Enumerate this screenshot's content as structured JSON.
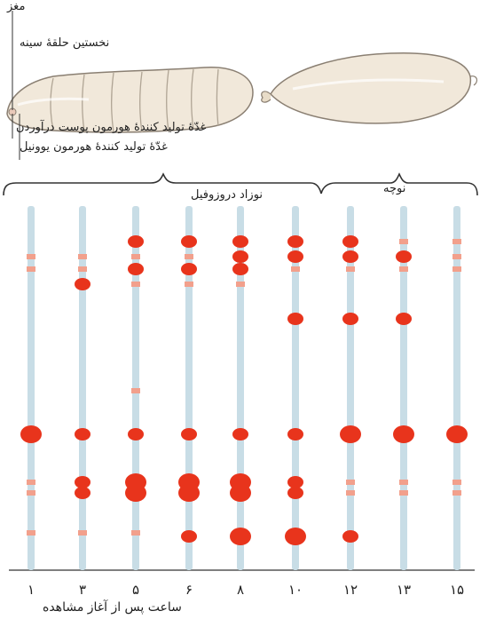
{
  "labels": {
    "brain": "مغز",
    "first_thoracic_ring": "نخستین حلقهٔ سینه",
    "molting_gland": "غدّهٔ تولید کنندهٔ هورمون پوست درآوردن",
    "juvenile_gland": "غدّهٔ تولید کنندهٔ هورمون یوونیل",
    "larva_stage": "نوزاد دروزوفیل",
    "pupa_stage": "نوچه",
    "x_axis_label": "ساعت پس از آغاز مشاهده"
  },
  "colors": {
    "strip": "#c8dde6",
    "puff_strong": "#e8341c",
    "puff_faint": "#f2a08c",
    "organism_body": "#f1e8da",
    "organism_outline": "#8a7f72",
    "bracket": "#333333"
  },
  "columns": [
    {
      "label": "۱",
      "bands": [
        0,
        1,
        1,
        0,
        0,
        0,
        0,
        3,
        0,
        1,
        1,
        1,
        0
      ]
    },
    {
      "label": "۳",
      "bands": [
        0,
        1,
        1,
        2,
        0,
        0,
        0,
        2,
        0,
        2,
        2,
        1,
        0
      ]
    },
    {
      "label": "۵",
      "bands": [
        2,
        1,
        2,
        1,
        0,
        0,
        1,
        2,
        0,
        3,
        3,
        1,
        0
      ]
    },
    {
      "label": "۶",
      "bands": [
        2,
        1,
        2,
        1,
        0,
        0,
        0,
        2,
        0,
        3,
        3,
        0,
        2
      ]
    },
    {
      "label": "۸",
      "bands": [
        2,
        2,
        2,
        1,
        0,
        0,
        0,
        2,
        0,
        3,
        3,
        0,
        3
      ]
    },
    {
      "label": "۱۰",
      "bands": [
        2,
        2,
        1,
        0,
        2,
        0,
        0,
        2,
        0,
        2,
        2,
        0,
        3
      ]
    },
    {
      "label": "۱۲",
      "bands": [
        2,
        2,
        1,
        0,
        2,
        0,
        0,
        3,
        0,
        1,
        1,
        0,
        2
      ]
    },
    {
      "label": "۱۳",
      "bands": [
        1,
        2,
        1,
        0,
        2,
        0,
        0,
        3,
        0,
        1,
        1,
        0,
        0
      ]
    },
    {
      "label": "۱۵",
      "bands": [
        1,
        1,
        1,
        0,
        0,
        0,
        0,
        3,
        0,
        1,
        1,
        0,
        0
      ]
    }
  ]
}
